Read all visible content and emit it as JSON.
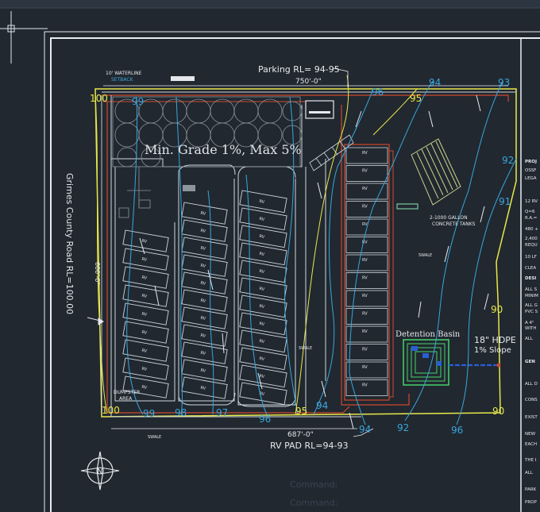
{
  "drawing": {
    "parking_label": "Parking RL= 94-95",
    "top_dimension": "750'-0\"",
    "bottom_dimension": "687'-0\"",
    "left_dimension": "600'-0\"",
    "road_label": "Grimes County Road RL=100.00",
    "waterline_label": "10' WATERLINE",
    "setback_label": "SETBACK",
    "grade_label": "Min. Grade 1%, Max 5%",
    "rv_pad_label": "RV PAD RL=94-93",
    "detention_label": "Detention Basin",
    "hdpe_label": "18\" HDPE",
    "slope_label": "1% Slope",
    "tanks_label1": "2-1000 GALLON",
    "tanks_label2": "CONCRETE TANKS",
    "dumpster_label1": "DUMPSTER",
    "dumpster_label2": "AREA",
    "swale_label": "SWALE",
    "pad_label": "RV",
    "north_label": "N"
  },
  "contours": {
    "c100": "100",
    "c100b": "100",
    "c99": "99",
    "c99b": "99",
    "c98": "98",
    "c97": "97",
    "c96": "96",
    "c96b": "96",
    "c95": "95",
    "c94": "94",
    "c94b": "94",
    "c94c": "94",
    "c93": "93",
    "c92": "92",
    "c92b": "92",
    "c91": "91",
    "c90": "90",
    "c90b": "90",
    "c96c": "96"
  },
  "notes": {
    "n1": "PROJ",
    "n2": "OSSF",
    "n3": "LEGA",
    "n4": "12 RV",
    "n5": "Q=6",
    "n6": "R.A.=",
    "n7": "480 +",
    "n8": "2,400",
    "n9": "REQU",
    "n10": "10 LF",
    "n11": "CLEA",
    "n12": "DESI",
    "n13": "ALL S",
    "n14": "MINIM",
    "n15": "ALL G",
    "n16": "PVC S",
    "n17": "A 4\"",
    "n18": "WITH",
    "n19": "ALL",
    "n20": "GEN",
    "n21": "ALL D",
    "n22": "CONS",
    "n23": "EXIST",
    "n24": "NEW",
    "n25": "EACH",
    "n26": "THE I",
    "n27": "ALL",
    "n28": "PARK",
    "n29": "PROP"
  },
  "command": {
    "line1": "Command:",
    "line2": "Command:"
  }
}
